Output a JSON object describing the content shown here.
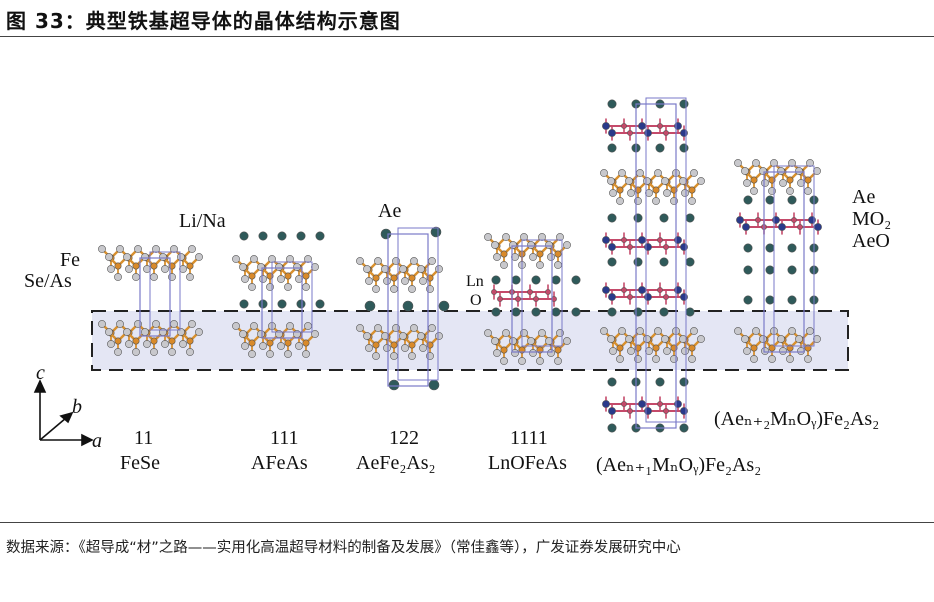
{
  "figure": {
    "title": "图 33：典型铁基超导体的晶体结构示意图"
  },
  "labels": {
    "fe": "Fe",
    "se_as": "Se/As",
    "li_na": "Li/Na",
    "ae_top": "Ae",
    "ln": "Ln",
    "o": "O",
    "right_ae": "Ae",
    "right_mo2": "MO₂",
    "right_aeo": "AeO"
  },
  "axes": {
    "c": "c",
    "b": "b",
    "a": "a"
  },
  "structures": [
    {
      "code": "11",
      "formula": "FeSe"
    },
    {
      "code": "111",
      "formula": "AFeAs"
    },
    {
      "code": "122",
      "formula": "AeFe₂As₂"
    },
    {
      "code": "1111",
      "formula": "LnOFeAs"
    },
    {
      "code": "",
      "formula": "(Aeₙ₊₁MₙOᵧ)Fe₂As₂"
    },
    {
      "code": "",
      "formula": "(Aeₙ₊₂MₙOᵧ)Fe₂As₂"
    }
  ],
  "colors": {
    "fe_bond": "#d8902e",
    "fe_atom": "#d98a2a",
    "chalcogen_atom": "#c8c8cc",
    "alkali_atom": "#2f5a5a",
    "oxide_bond": "#c44a6a",
    "m_atom": "#2a3a8a",
    "band_fill": "#e4e6f4",
    "cell_line": "#7a7ac8"
  },
  "source": {
    "text": "数据来源：《超导成“材”之路——实用化高温超导材料的制备及发展》（常佳鑫等），广发证券发展研究中心"
  }
}
